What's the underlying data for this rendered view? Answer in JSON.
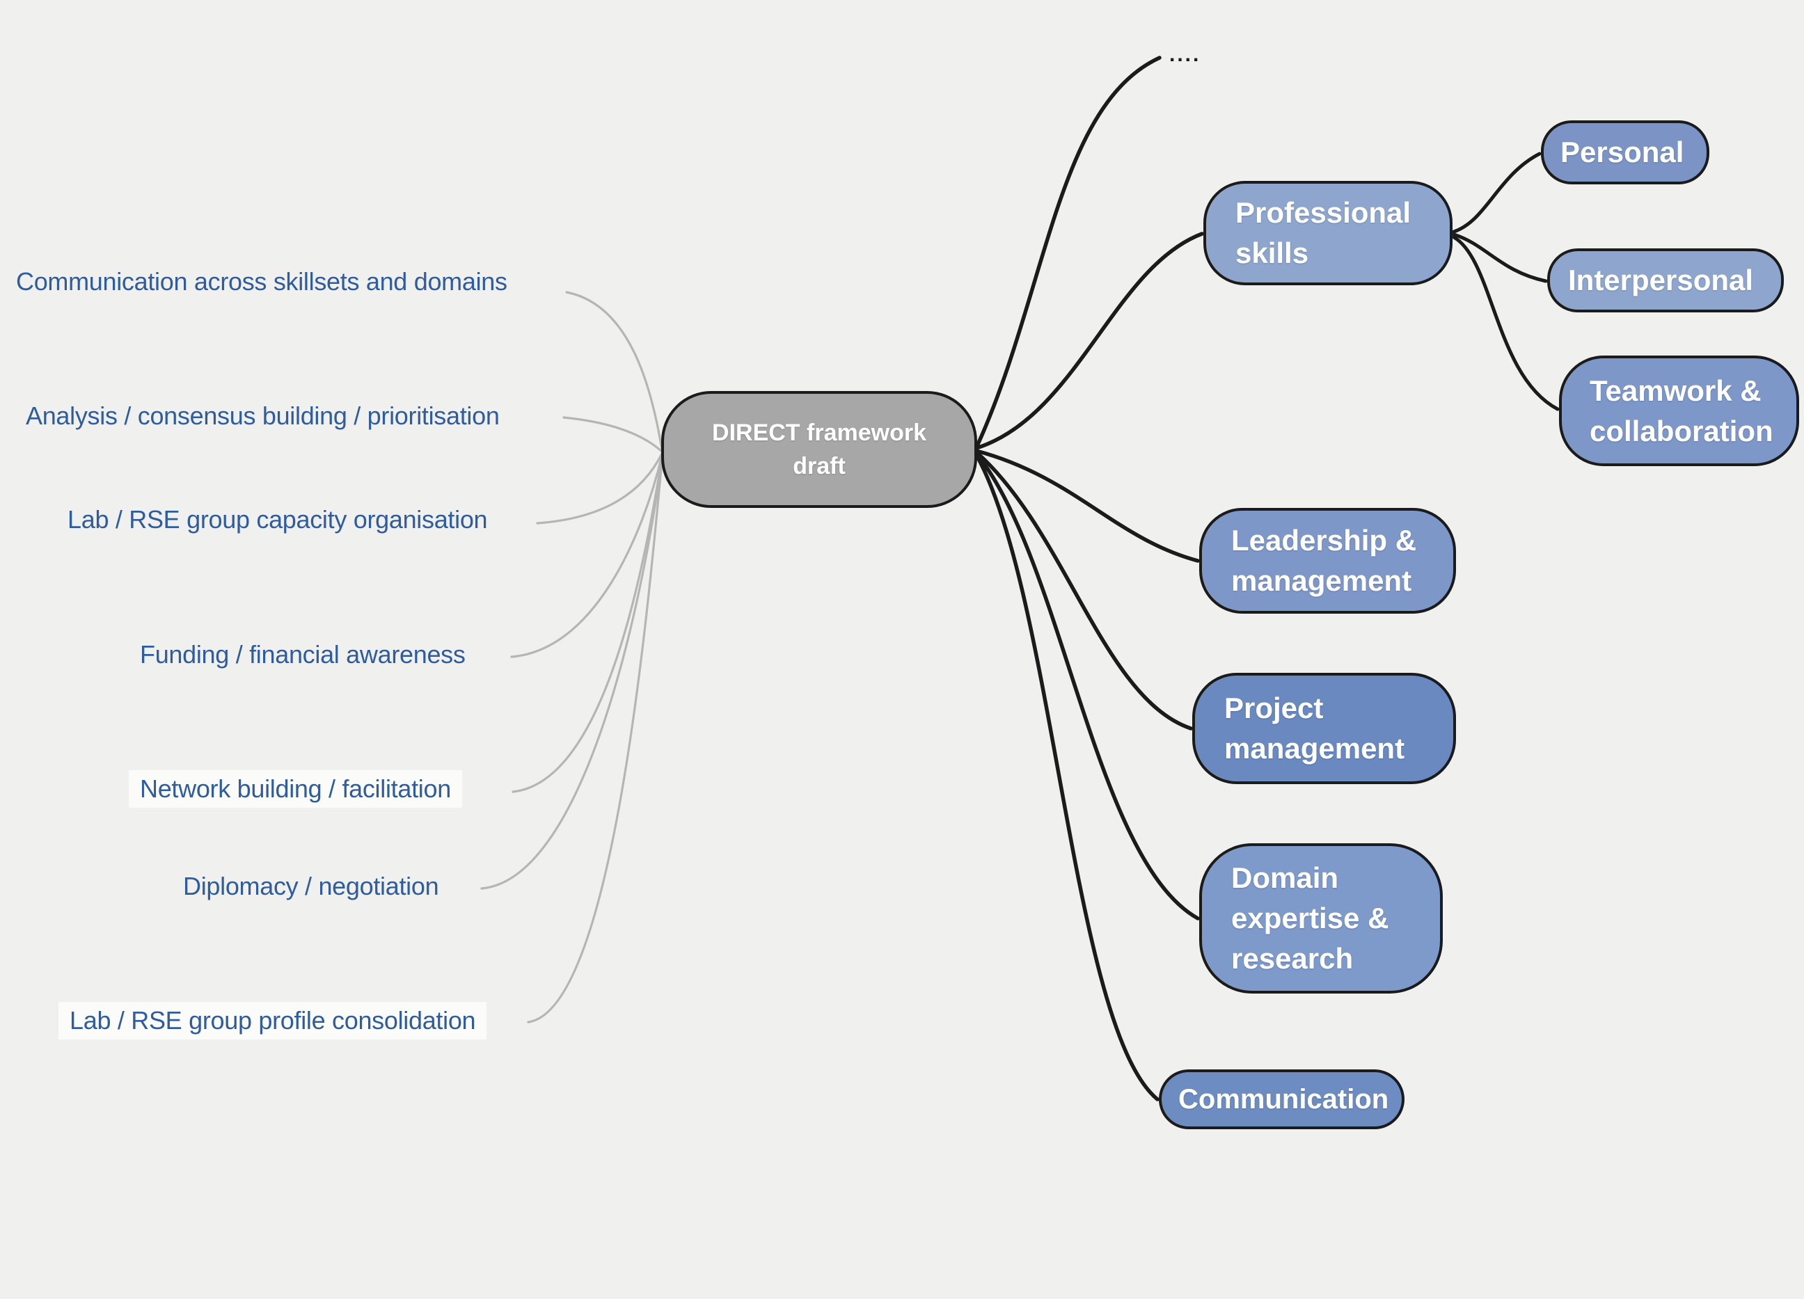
{
  "app": {
    "type": "mindmap",
    "background_color": "#f0f0ef"
  },
  "root_node": {
    "label": "DIRECT framework draft",
    "fill": "#a7a7a7",
    "border_color": "#1b1b1b",
    "text_color": "#ffffff"
  },
  "collapsed_indicator": "....",
  "left_items": [
    {
      "label": "Communication across skillsets and domains"
    },
    {
      "label": "Analysis / consensus building / prioritisation"
    },
    {
      "label": "Lab / RSE group capacity organisation"
    },
    {
      "label": "Funding / financial awareness"
    },
    {
      "label": "Network building / facilitation"
    },
    {
      "label": "Diplomacy / negotiation"
    },
    {
      "label": "Lab / RSE group profile consolidation"
    }
  ],
  "left_items_text_color": "#2e5c9e",
  "right_nodes": [
    {
      "label": "Professional skills",
      "fill": "#8ea6cd"
    },
    {
      "label": "Personal",
      "fill": "#7b94c5"
    },
    {
      "label": "Interpersonal",
      "fill": "#8ea6cd"
    },
    {
      "label": "Teamwork & collaboration",
      "fill": "#7e97c9"
    },
    {
      "label": "Leadership & management",
      "fill": "#7e97c9"
    },
    {
      "label": "Project management",
      "fill": "#6989c0"
    },
    {
      "label": "Domain expertise & research",
      "fill": "#7e9aca"
    },
    {
      "label": "Communication",
      "fill": "#6d8cc1"
    }
  ],
  "connectors": {
    "left_line_color": "#b5b5b5",
    "right_line_color": "#1b1b1b"
  }
}
